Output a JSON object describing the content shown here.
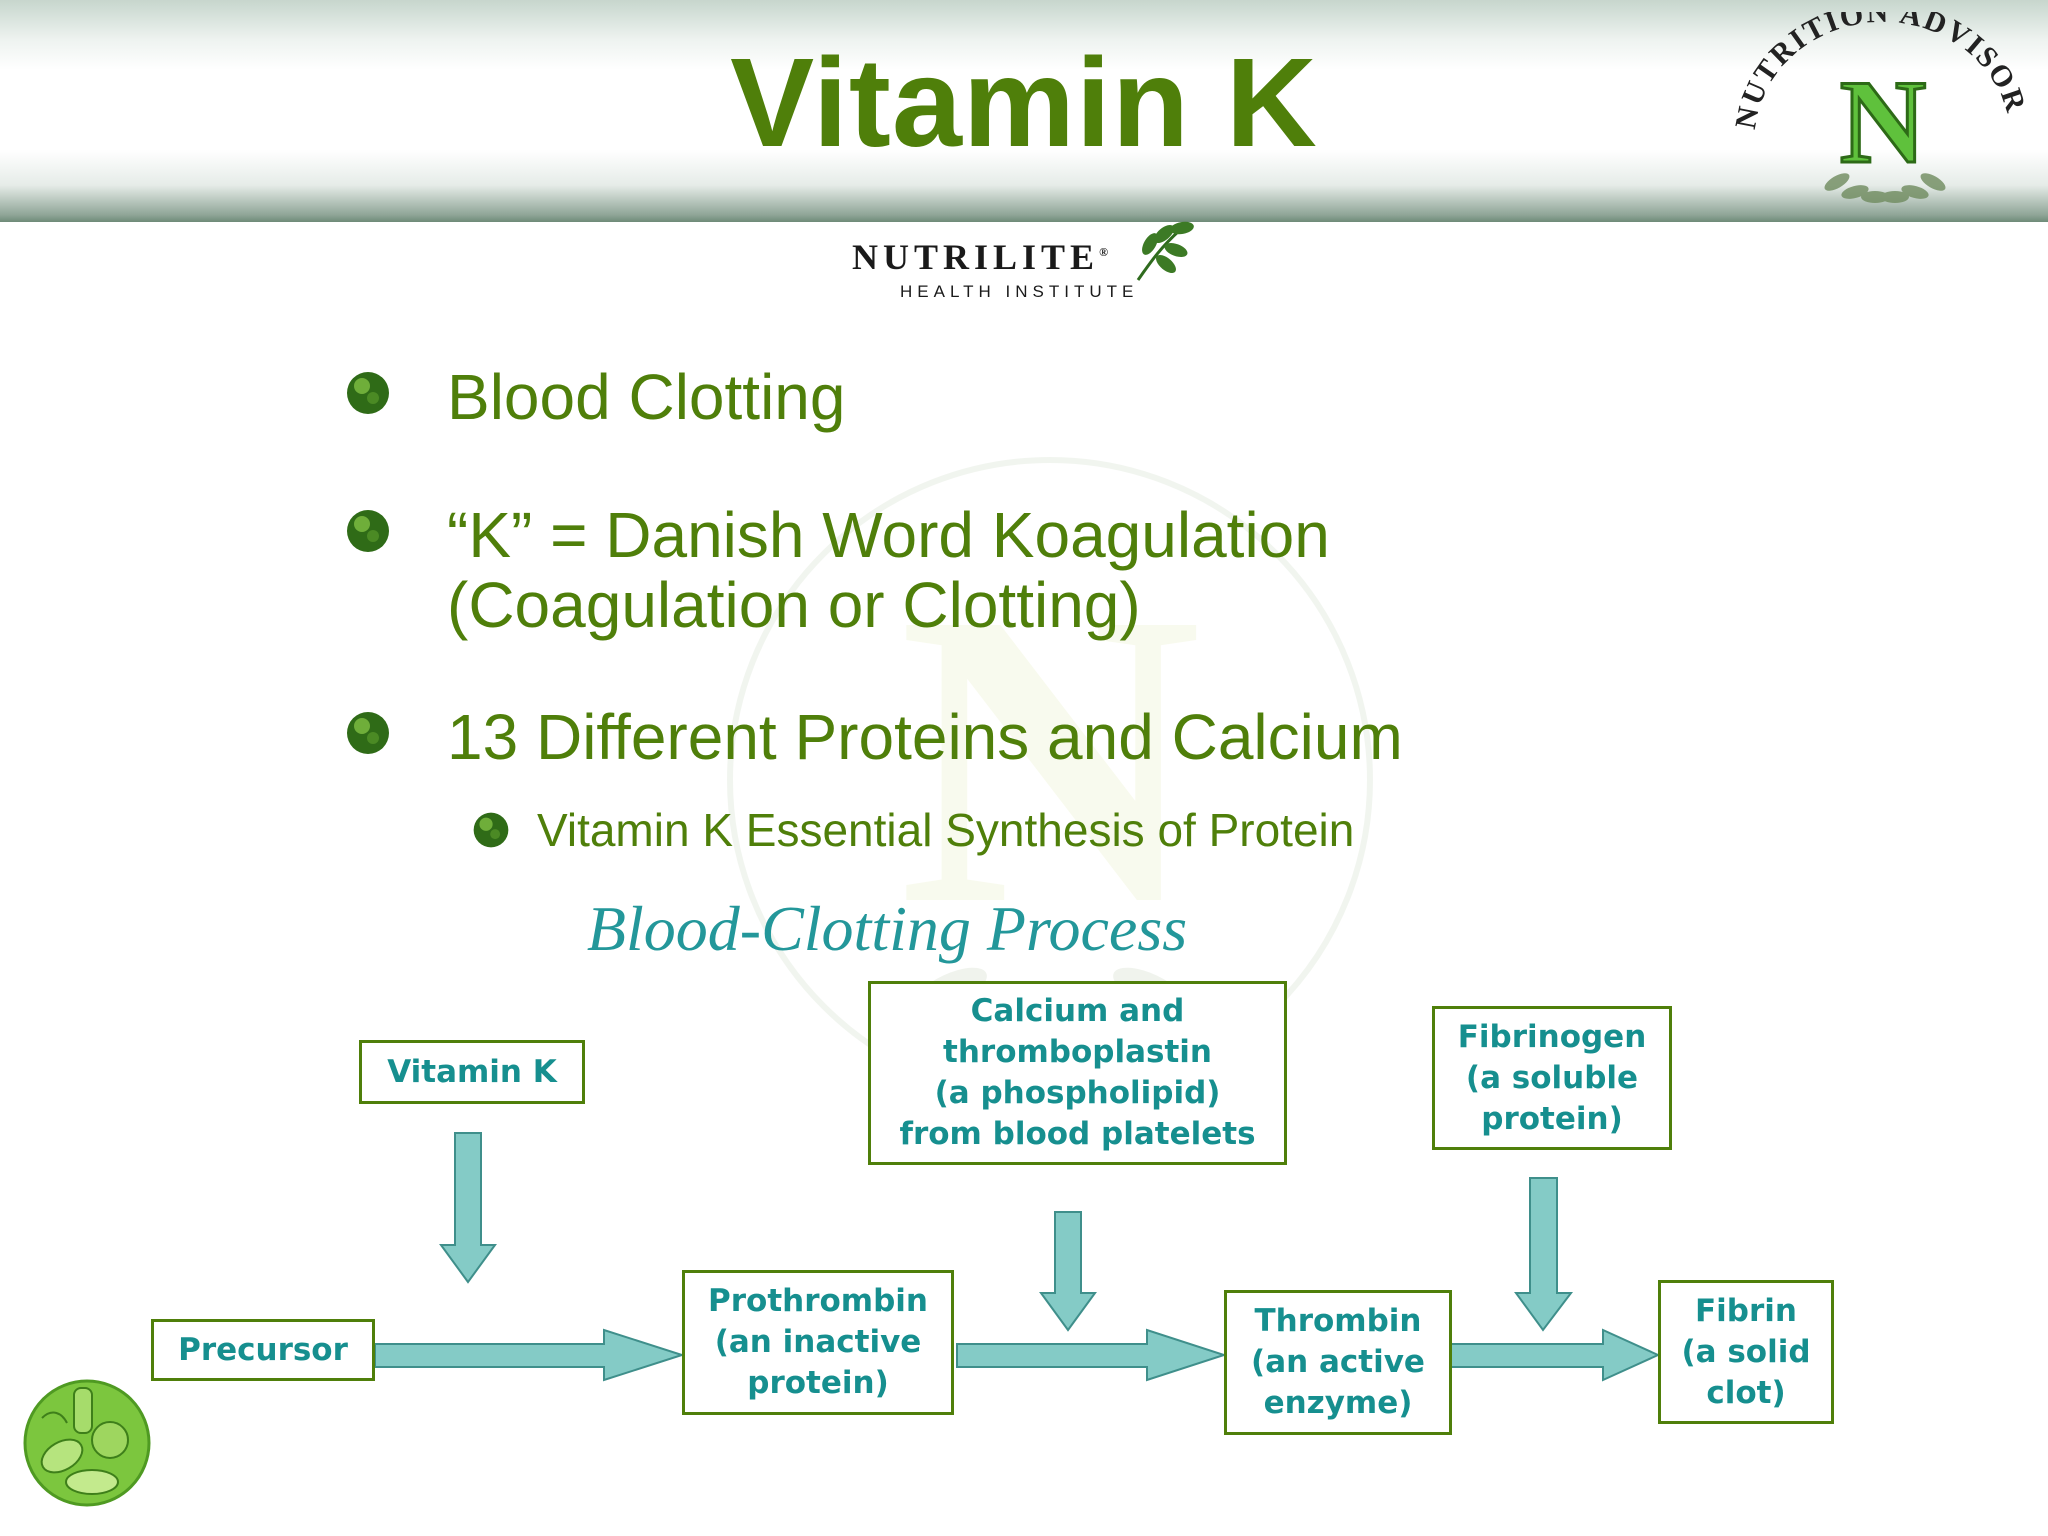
{
  "slide": {
    "title": "Vitamin K",
    "logo_text": "NUTRITION ADVISOR",
    "logo_letter": "N",
    "brand": {
      "name": "NUTRILITE",
      "registered": "®",
      "subtitle": "HEALTH INSTITUTE"
    },
    "bullets": [
      {
        "text": "Blood Clotting"
      },
      {
        "lines": [
          "“K” = Danish Word Koagulation",
          "(Coagulation or Clotting)"
        ]
      },
      {
        "text": "13 Different Proteins and Calcium"
      }
    ],
    "sub_bullet": "Vitamin K Essential Synthesis of Protein",
    "diagram_title": "Blood-Clotting Process",
    "boxes": {
      "vitamin_k": "Vitamin K",
      "calcium": "Calcium and\nthromboplastin\n(a phospholipid)\nfrom blood platelets",
      "fibrinogen": "Fibrinogen\n(a soluble\nprotein)",
      "precursor": "Precursor",
      "prothrombin": "Prothrombin\n(an inactive\nprotein)",
      "thrombin": "Thrombin\n(an active\nenzyme)",
      "fibrin": "Fibrin\n(a solid\nclot)"
    },
    "colors": {
      "title_green": "#4f7f0a",
      "diagram_teal": "#23979a",
      "box_text": "#168f8f",
      "box_border": "#4f7f0a",
      "arrow_fill": "#84cbc6",
      "arrow_stroke": "#3f8f8b"
    }
  }
}
